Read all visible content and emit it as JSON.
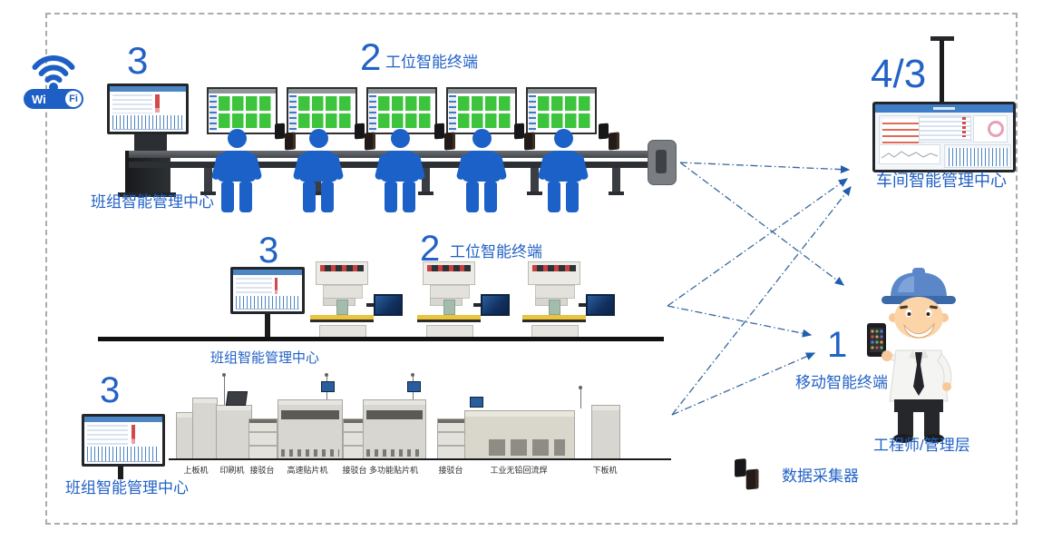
{
  "wifi": {
    "wi": "Wi",
    "fi": "Fi"
  },
  "lines": {
    "assembly": {
      "center_count": "3",
      "center_label": "班组智能管理中心",
      "terminal_count": "2",
      "terminal_label": "工位智能终端",
      "worker_count": 5,
      "station_monitor_count": 5
    },
    "press": {
      "center_count": "3",
      "center_label": "班组智能管理中心",
      "terminal_count": "2",
      "terminal_label": "工位智能终端",
      "machine_count": 3
    },
    "smt": {
      "center_count": "3",
      "center_label": "班组智能管理中心",
      "machines": [
        "上板机",
        "印刷机",
        "接驳台",
        "高速贴片机",
        "接驳台",
        "多功能贴片机",
        "接驳台",
        "工业无铅回流焊",
        "下板机"
      ]
    }
  },
  "workshop_center": {
    "count": "4/3",
    "label": "车间智能管理中心"
  },
  "mobile_terminal": {
    "count": "1",
    "label": "移动智能终端",
    "role": "工程师/管理层"
  },
  "legend": {
    "data_collector_label": "数据采集器"
  },
  "colors": {
    "accent_blue": "#2262c6",
    "worker_blue": "#1b61c7",
    "arrow_blue": "#35689f",
    "cell_green": "#3cc53c",
    "table_yellow": "#e9c43c",
    "border_gray": "#a9abad"
  }
}
